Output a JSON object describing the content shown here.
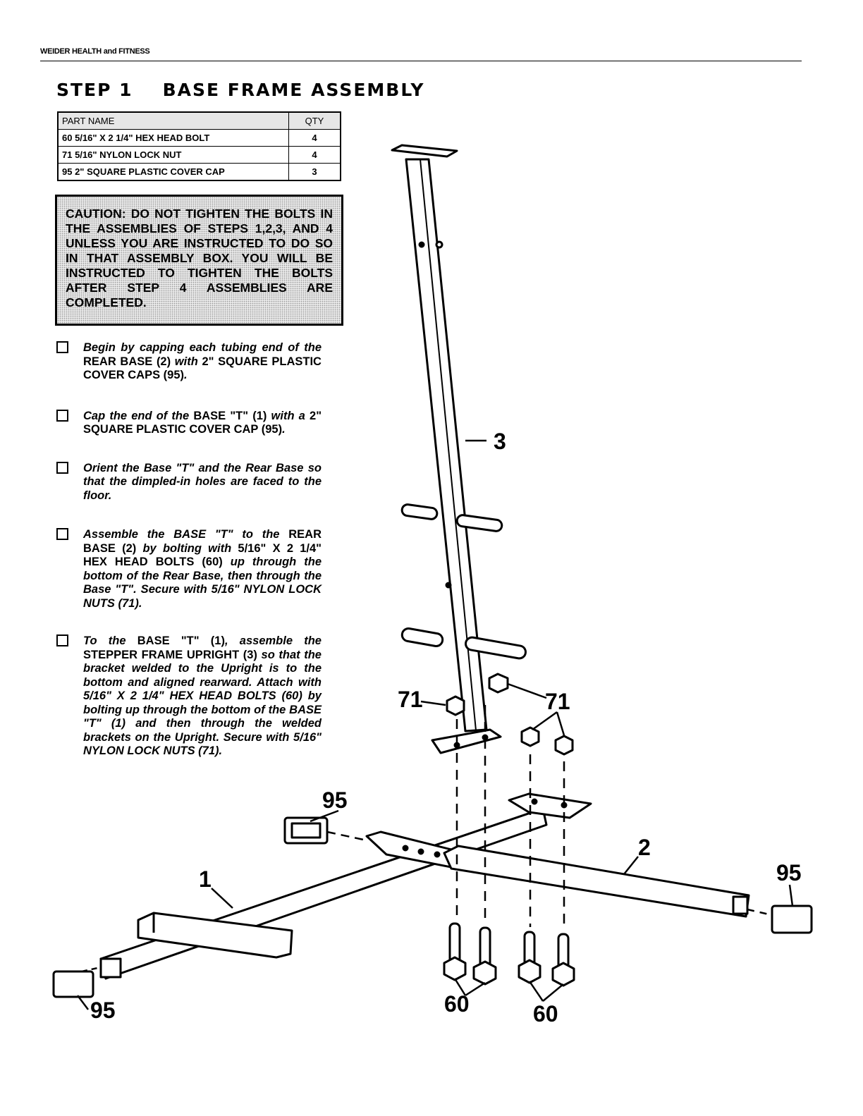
{
  "header": {
    "brand": "WEIDER HEALTH and FITNESS"
  },
  "title": {
    "step": "STEP 1",
    "name": "BASE FRAME ASSEMBLY"
  },
  "parts_table": {
    "col_part": "PART NAME",
    "col_qty": "QTY",
    "rows": [
      {
        "part": "60  5/16\" X 2 1/4\" HEX HEAD BOLT",
        "qty": "4"
      },
      {
        "part": "71  5/16\" NYLON LOCK NUT",
        "qty": "4"
      },
      {
        "part": "95  2\" SQUARE PLASTIC COVER CAP",
        "qty": "3"
      }
    ]
  },
  "caution": "CAUTION: DO NOT TIGHTEN THE BOLTS IN THE ASSEMBLIES OF STEPS 1,2,3, AND 4 UNLESS YOU ARE INSTRUCTED TO DO SO IN THAT ASSEMBLY BOX. YOU WILL BE INSTRUCTED TO TIGHTEN THE BOLTS AFTER STEP 4 ASSEMBLIES ARE COMPLETED.",
  "instructions": [
    {
      "a": "Begin by capping each tubing end of the ",
      "b": "REAR BASE (2)",
      "c": " with ",
      "d": "2\" SQUARE PLASTIC COVER CAPS (95)",
      "e": "."
    },
    {
      "a": "Cap the end of the ",
      "b": "BASE \"T\" (1)",
      "c": " with a ",
      "d": "2\" SQUARE PLASTIC COVER CAP (95)",
      "e": "."
    },
    {
      "a": "Orient the Base \"T\" and the Rear Base so that the dimpled-in holes are faced to the floor.",
      "b": "",
      "c": "",
      "d": "",
      "e": ""
    },
    {
      "a": "Assemble the BASE \"T\" to the ",
      "b": "REAR BASE (2)",
      "c": " by bolting with ",
      "d": "5/16\" X 2 1/4\" HEX HEAD BOLTS (60)",
      "e": " up through the bottom of the Rear Base, then through the Base \"T\". Secure with 5/16\" NYLON LOCK NUTS (71)."
    },
    {
      "a": "To the ",
      "b": "BASE \"T\" (1)",
      "c": ", assemble the ",
      "d": "STEPPER FRAME UPRIGHT (3)",
      "e": " so that the bracket welded to the Upright is to the bottom and aligned rearward. Attach with 5/16\" X 2 1/4\" HEX HEAD BOLTS (60) by bolting up through the bottom of the BASE \"T\" (1) and then through the welded brackets on the Upright. Secure with 5/16\" NYLON LOCK NUTS (71)."
    }
  ],
  "callouts": {
    "upright": "3",
    "nut_left": "71",
    "nut_right": "71",
    "cap_top": "95",
    "cap_right": "95",
    "cap_bottom": "95",
    "base_t": "1",
    "rear_base": "2",
    "bolts_left": "60",
    "bolts_right": "60"
  }
}
